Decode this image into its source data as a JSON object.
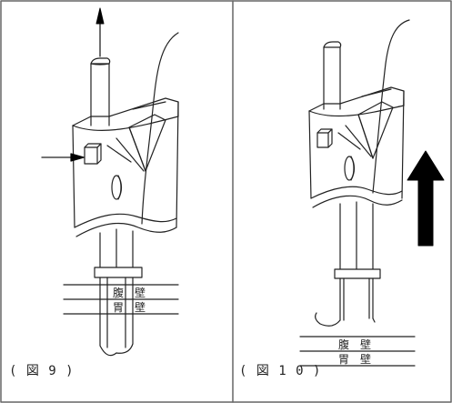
{
  "panels": [
    {
      "caption": "( 図 9 )",
      "labels": {
        "abdominal_wall": "腹　壁",
        "stomach_wall": "胃　壁"
      }
    },
    {
      "caption": "( 図 1 0 )",
      "labels": {
        "abdominal_wall": "腹　壁",
        "stomach_wall": "胃　壁"
      }
    }
  ],
  "colors": {
    "line": "#222222",
    "fill": "#ffffff",
    "arrow": "#000000"
  },
  "icons": {
    "left_up_arrow": "thin-up-arrow-icon",
    "left_pointer_arrow": "right-arrow-icon",
    "right_big_arrow": "thick-up-arrow-icon"
  }
}
